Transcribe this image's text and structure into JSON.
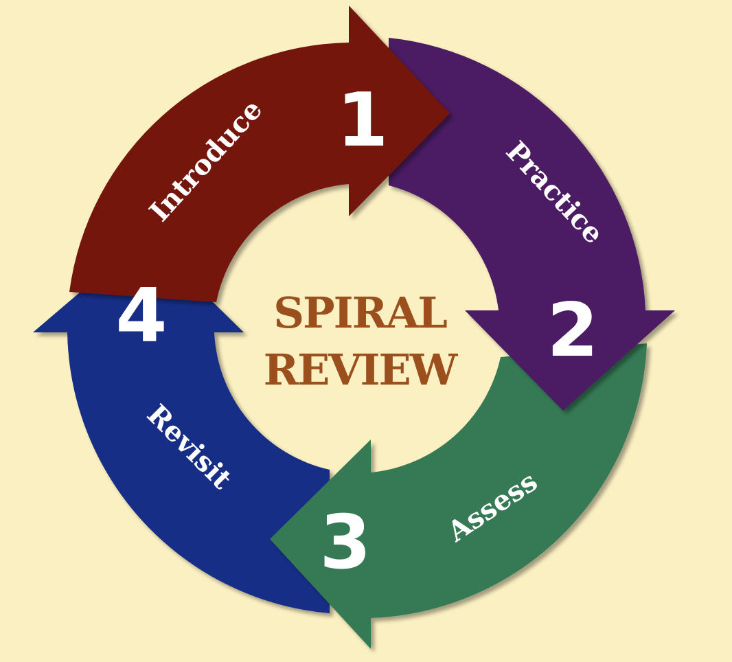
{
  "diagram": {
    "title_line1": "SPIRAL",
    "title_line2": "REVIEW",
    "steps": [
      {
        "number": "1",
        "label": "Introduce",
        "color": "#751710"
      },
      {
        "number": "2",
        "label": "Practice",
        "color": "#4b1f64"
      },
      {
        "number": "3",
        "label": "Assess",
        "color": "#367a54"
      },
      {
        "number": "4",
        "label": "Revisit",
        "color": "#142d86"
      }
    ],
    "background_color": "#fbf0c2",
    "title_color": "#9b4f1c"
  }
}
